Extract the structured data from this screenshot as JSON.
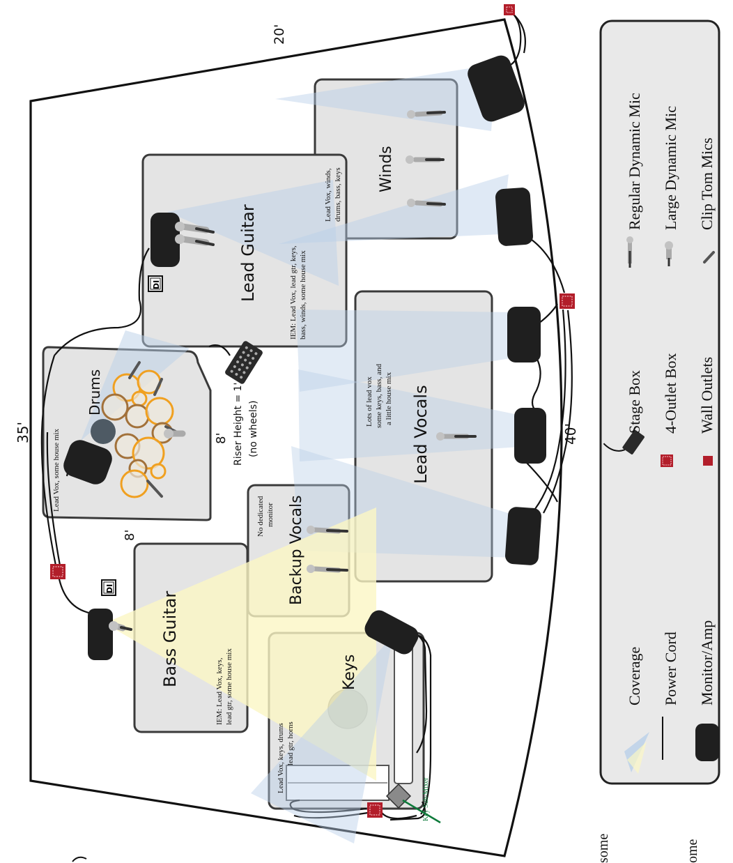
{
  "dimensions": {
    "top_width": "20'",
    "side_length": "35'",
    "front_width": "40'",
    "riser_width": "8'",
    "riser_depth": "8'"
  },
  "riser": {
    "note_line1": "Riser Height = 1'",
    "note_line2": "(no wheels)"
  },
  "zones": {
    "winds": {
      "label": "Winds",
      "note_line1": "Lead Vox, winds,",
      "note_line2": "drums, bass, keys"
    },
    "lead_guitar": {
      "label": "Lead Guitar",
      "note_line1": "IEM: Lead Vox, lead gtr, keys,",
      "note_line2": "bass, winds, some house mix"
    },
    "drums": {
      "label": "Drums",
      "note": "Lead Vox, some house mix"
    },
    "lead_vocals": {
      "label": "Lead Vocals",
      "note_line1": "Lots of lead vox",
      "note_line2": "some keys, bass, and",
      "note_line3": "a little house mix"
    },
    "backup_vocals": {
      "label": "Backup Vocals",
      "note_line1": "No dedicated",
      "note_line2": "monitor"
    },
    "bass_guitar": {
      "label": "Bass Guitar",
      "note_line1": "IEM: Lead Vox, keys,",
      "note_line2": "lead gtr, some house mix"
    },
    "keys": {
      "label": "Keys",
      "note_line1": "Lead Vox, keys, drums",
      "note_line2": "lead gtr, horns"
    }
  },
  "di_label": "DI",
  "key_sub_mixer": "Key Sub-Mixer",
  "legend": {
    "items": [
      {
        "icon": "coverage-icon",
        "label": "Coverage"
      },
      {
        "icon": "power-cord-icon",
        "label": "Power Cord"
      },
      {
        "icon": "monitor-amp-icon",
        "label": "Monitor/Amp"
      },
      {
        "icon": "stage-box-icon",
        "label": "Stage Box"
      },
      {
        "icon": "outlet-box-icon",
        "label": "4-Outlet Box"
      },
      {
        "icon": "wall-outlet-icon",
        "label": "Wall Outlets"
      },
      {
        "icon": "regular-mic-icon",
        "label": "Regular Dynamic Mic"
      },
      {
        "icon": "large-mic-icon",
        "label": "Large Dynamic Mic"
      },
      {
        "icon": "clip-mic-icon",
        "label": "Clip Tom Mics"
      }
    ]
  },
  "cut_text": {
    "line1": "some",
    "line2": "ome"
  },
  "colors": {
    "coverage_blue": "#b9cfe8",
    "coverage_yellow": "#fbf6c4",
    "zone_fill": "#e4e4e4",
    "monitor": "#1f1f1f",
    "outlet_red": "#b21e2a",
    "drum_orange": "#f0a020",
    "drum_brown": "#a2713a",
    "legend_bg": "#e9e9e9"
  }
}
